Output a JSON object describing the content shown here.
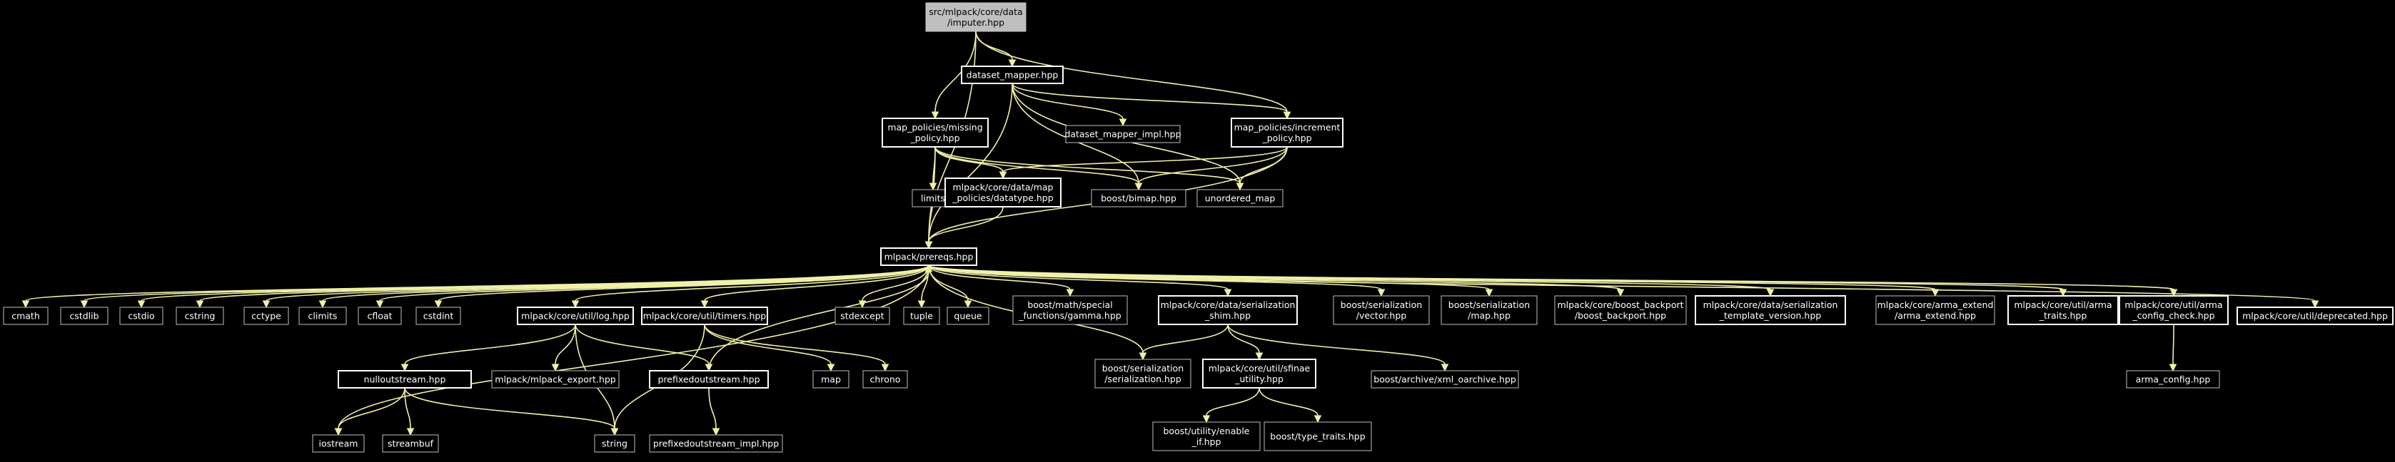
{
  "colors": {
    "background": "#000000",
    "edge": "#f0f0a8",
    "root_fill": "#bfbfbf",
    "documented_border": "#ffffff",
    "undocumented_border": "#bfbfbf"
  },
  "nodes": [
    {
      "id": "root",
      "lines": [
        "src/mlpack/core/data",
        "/imputer.hpp"
      ],
      "kind": "root"
    },
    {
      "id": "dsm",
      "lines": [
        "dataset_mapper.hpp"
      ],
      "kind": "documented"
    },
    {
      "id": "missing",
      "lines": [
        "map_policies/missing",
        "_policy.hpp"
      ],
      "kind": "documented"
    },
    {
      "id": "dsmimpl",
      "lines": [
        "dataset_mapper_impl.hpp"
      ],
      "kind": "plain"
    },
    {
      "id": "incr",
      "lines": [
        "map_policies/increment",
        "_policy.hpp"
      ],
      "kind": "documented"
    },
    {
      "id": "limits",
      "lines": [
        "limits"
      ],
      "kind": "plain"
    },
    {
      "id": "datatype",
      "lines": [
        "mlpack/core/data/map",
        "_policies/datatype.hpp"
      ],
      "kind": "documented"
    },
    {
      "id": "bimap",
      "lines": [
        "boost/bimap.hpp"
      ],
      "kind": "plain"
    },
    {
      "id": "umap",
      "lines": [
        "unordered_map"
      ],
      "kind": "plain"
    },
    {
      "id": "prereqs",
      "lines": [
        "mlpack/prereqs.hpp"
      ],
      "kind": "documented"
    },
    {
      "id": "cmath",
      "lines": [
        "cmath"
      ],
      "kind": "plain"
    },
    {
      "id": "cstdlib",
      "lines": [
        "cstdlib"
      ],
      "kind": "plain"
    },
    {
      "id": "cstdio",
      "lines": [
        "cstdio"
      ],
      "kind": "plain"
    },
    {
      "id": "cstring",
      "lines": [
        "cstring"
      ],
      "kind": "plain"
    },
    {
      "id": "cctype",
      "lines": [
        "cctype"
      ],
      "kind": "plain"
    },
    {
      "id": "climits",
      "lines": [
        "climits"
      ],
      "kind": "plain"
    },
    {
      "id": "cfloat",
      "lines": [
        "cfloat"
      ],
      "kind": "plain"
    },
    {
      "id": "cstdint",
      "lines": [
        "cstdint"
      ],
      "kind": "plain"
    },
    {
      "id": "log",
      "lines": [
        "mlpack/core/util/log.hpp"
      ],
      "kind": "documented"
    },
    {
      "id": "timers",
      "lines": [
        "mlpack/core/util/timers.hpp"
      ],
      "kind": "documented"
    },
    {
      "id": "stdexcept",
      "lines": [
        "stdexcept"
      ],
      "kind": "plain"
    },
    {
      "id": "tuple",
      "lines": [
        "tuple"
      ],
      "kind": "plain"
    },
    {
      "id": "queue",
      "lines": [
        "queue"
      ],
      "kind": "plain"
    },
    {
      "id": "gamma",
      "lines": [
        "boost/math/special",
        "_functions/gamma.hpp"
      ],
      "kind": "plain"
    },
    {
      "id": "shim",
      "lines": [
        "mlpack/core/data/serialization",
        "_shim.hpp"
      ],
      "kind": "documented"
    },
    {
      "id": "vector",
      "lines": [
        "boost/serialization",
        "/vector.hpp"
      ],
      "kind": "plain"
    },
    {
      "id": "map2",
      "lines": [
        "boost/serialization",
        "/map.hpp"
      ],
      "kind": "plain"
    },
    {
      "id": "backport",
      "lines": [
        "mlpack/core/boost_backport",
        "/boost_backport.hpp"
      ],
      "kind": "plain"
    },
    {
      "id": "tmplver",
      "lines": [
        "mlpack/core/data/serialization",
        "_template_version.hpp"
      ],
      "kind": "documented"
    },
    {
      "id": "armaext",
      "lines": [
        "mlpack/core/arma_extend",
        "/arma_extend.hpp"
      ],
      "kind": "plain"
    },
    {
      "id": "armatraits",
      "lines": [
        "mlpack/core/util/arma",
        "_traits.hpp"
      ],
      "kind": "documented"
    },
    {
      "id": "armacfg",
      "lines": [
        "mlpack/core/util/arma",
        "_config_check.hpp"
      ],
      "kind": "documented"
    },
    {
      "id": "deprecated",
      "lines": [
        "mlpack/core/util/deprecated.hpp"
      ],
      "kind": "documented"
    },
    {
      "id": "nullout",
      "lines": [
        "nulloutstream.hpp"
      ],
      "kind": "documented"
    },
    {
      "id": "export",
      "lines": [
        "mlpack/mlpack_export.hpp"
      ],
      "kind": "plain"
    },
    {
      "id": "prefixed",
      "lines": [
        "prefixedoutstream.hpp"
      ],
      "kind": "documented"
    },
    {
      "id": "map",
      "lines": [
        "map"
      ],
      "kind": "plain"
    },
    {
      "id": "chrono",
      "lines": [
        "chrono"
      ],
      "kind": "plain"
    },
    {
      "id": "bser",
      "lines": [
        "boost/serialization",
        "/serialization.hpp"
      ],
      "kind": "plain"
    },
    {
      "id": "sfinae",
      "lines": [
        "mlpack/core/util/sfinae",
        "_utility.hpp"
      ],
      "kind": "documented"
    },
    {
      "id": "xml",
      "lines": [
        "boost/archive/xml_oarchive.hpp"
      ],
      "kind": "plain"
    },
    {
      "id": "armacfghpp",
      "lines": [
        "arma_config.hpp"
      ],
      "kind": "plain"
    },
    {
      "id": "iostream",
      "lines": [
        "iostream"
      ],
      "kind": "plain"
    },
    {
      "id": "streambuf",
      "lines": [
        "streambuf"
      ],
      "kind": "plain"
    },
    {
      "id": "string",
      "lines": [
        "string"
      ],
      "kind": "plain"
    },
    {
      "id": "prefimpl",
      "lines": [
        "prefixedoutstream_impl.hpp"
      ],
      "kind": "plain"
    },
    {
      "id": "enableif",
      "lines": [
        "boost/utility/enable",
        "_if.hpp"
      ],
      "kind": "plain"
    },
    {
      "id": "typetraits",
      "lines": [
        "boost/type_traits.hpp"
      ],
      "kind": "plain"
    }
  ],
  "edges": [
    [
      "root",
      "dsm"
    ],
    [
      "root",
      "missing"
    ],
    [
      "root",
      "incr"
    ],
    [
      "root",
      "prereqs"
    ],
    [
      "dsm",
      "dsmimpl"
    ],
    [
      "dsm",
      "incr"
    ],
    [
      "dsm",
      "bimap"
    ],
    [
      "dsm",
      "umap"
    ],
    [
      "dsm",
      "prereqs"
    ],
    [
      "missing",
      "limits"
    ],
    [
      "missing",
      "datatype"
    ],
    [
      "missing",
      "bimap"
    ],
    [
      "missing",
      "umap"
    ],
    [
      "missing",
      "prereqs"
    ],
    [
      "incr",
      "datatype"
    ],
    [
      "incr",
      "bimap"
    ],
    [
      "incr",
      "umap"
    ],
    [
      "incr",
      "prereqs"
    ],
    [
      "datatype",
      "prereqs"
    ],
    [
      "prereqs",
      "cmath"
    ],
    [
      "prereqs",
      "cstdlib"
    ],
    [
      "prereqs",
      "cstdio"
    ],
    [
      "prereqs",
      "cstring"
    ],
    [
      "prereqs",
      "cctype"
    ],
    [
      "prereqs",
      "climits"
    ],
    [
      "prereqs",
      "cfloat"
    ],
    [
      "prereqs",
      "cstdint"
    ],
    [
      "prereqs",
      "iostream"
    ],
    [
      "prereqs",
      "log"
    ],
    [
      "prereqs",
      "timers"
    ],
    [
      "prereqs",
      "stdexcept"
    ],
    [
      "prereqs",
      "tuple"
    ],
    [
      "prereqs",
      "queue"
    ],
    [
      "prereqs",
      "gamma"
    ],
    [
      "prereqs",
      "bser"
    ],
    [
      "prereqs",
      "shim"
    ],
    [
      "prereqs",
      "vector"
    ],
    [
      "prereqs",
      "map2"
    ],
    [
      "prereqs",
      "backport"
    ],
    [
      "prereqs",
      "tmplver"
    ],
    [
      "prereqs",
      "armaext"
    ],
    [
      "prereqs",
      "armatraits"
    ],
    [
      "prereqs",
      "armacfg"
    ],
    [
      "prereqs",
      "deprecated"
    ],
    [
      "log",
      "nullout"
    ],
    [
      "log",
      "export"
    ],
    [
      "log",
      "prefixed"
    ],
    [
      "log",
      "string"
    ],
    [
      "timers",
      "map"
    ],
    [
      "timers",
      "chrono"
    ],
    [
      "timers",
      "string"
    ],
    [
      "nullout",
      "iostream"
    ],
    [
      "nullout",
      "streambuf"
    ],
    [
      "nullout",
      "string"
    ],
    [
      "prefixed",
      "prefimpl"
    ],
    [
      "prefixed",
      "prereqs"
    ],
    [
      "shim",
      "bser"
    ],
    [
      "shim",
      "sfinae"
    ],
    [
      "shim",
      "xml"
    ],
    [
      "sfinae",
      "enableif"
    ],
    [
      "sfinae",
      "typetraits"
    ],
    [
      "armacfg",
      "armacfghpp"
    ]
  ]
}
